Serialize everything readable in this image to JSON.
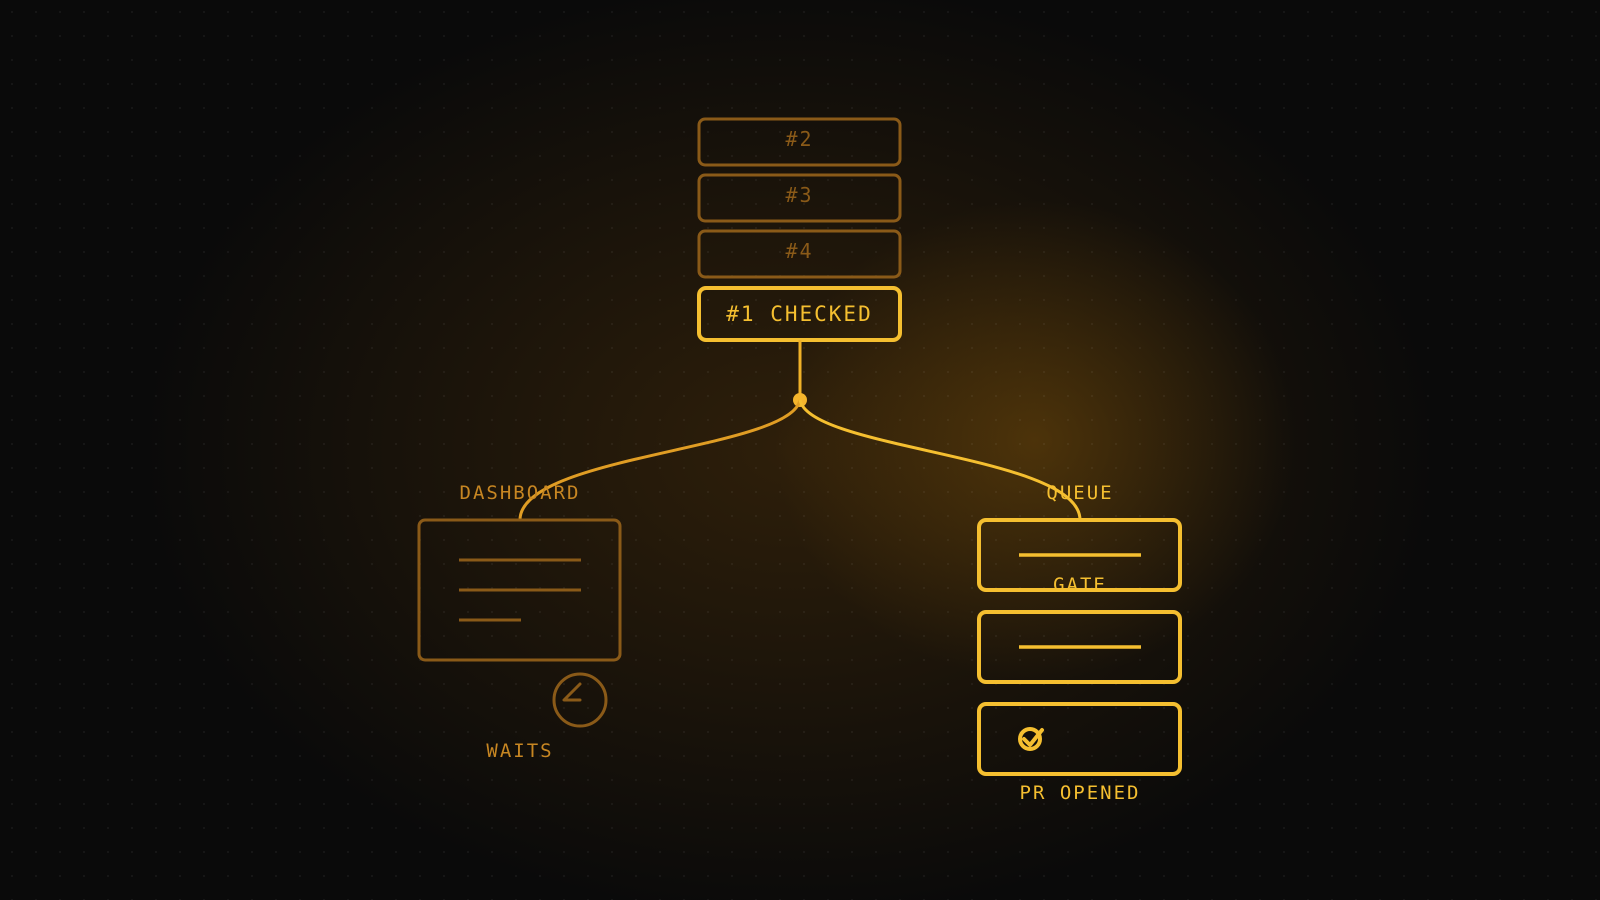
{
  "queue_items": [
    {
      "label": "#2",
      "state": "pending"
    },
    {
      "label": "#3",
      "state": "pending"
    },
    {
      "label": "#4",
      "state": "pending"
    },
    {
      "label": "#1 CHECKED",
      "state": "active"
    }
  ],
  "branches": {
    "left": {
      "title": "DASHBOARD",
      "caption": "WAITS",
      "icon": "clock-icon"
    },
    "right": {
      "title": "QUEUE",
      "gate_label": "GATE",
      "caption": "PR OPENED",
      "icon": "check-badge-icon"
    }
  },
  "colors": {
    "background": "#0a0a0a",
    "bright": "#f5bf30",
    "mid": "#c78622",
    "dim": "#8a5a18"
  }
}
